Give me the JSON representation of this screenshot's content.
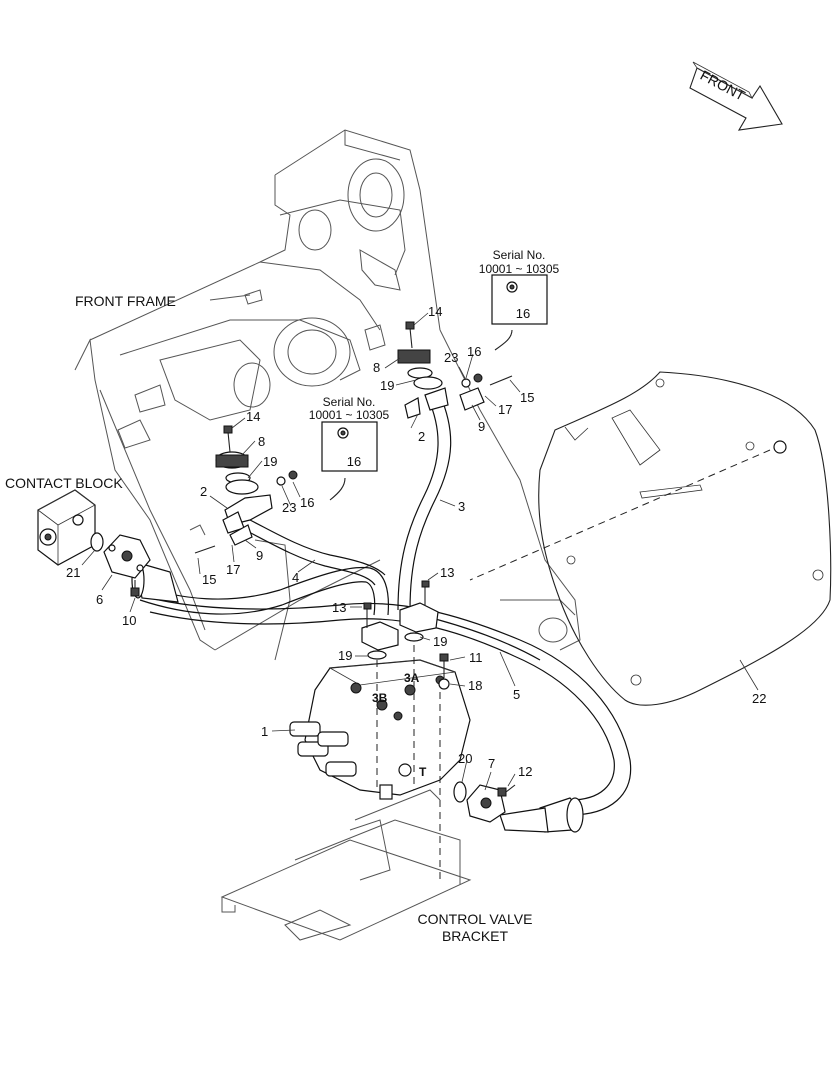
{
  "captions": {
    "front_frame": "FRONT FRAME",
    "contact_block": "CONTACT BLOCK",
    "control_valve_bracket_line1": "CONTROL VALVE",
    "control_valve_bracket_line2": "BRACKET",
    "front_arrow": "FRONT"
  },
  "serial_boxes": [
    {
      "title": "Serial No.",
      "range": "10001 ~ 10305",
      "part": "16"
    },
    {
      "title": "Serial No.",
      "range": "10001 ~ 10305",
      "part": "16"
    }
  ],
  "ports": {
    "p3a": "3A",
    "p3b": "3B",
    "t": "T"
  },
  "callouts": {
    "c1": "1",
    "c2a": "2",
    "c2b": "2",
    "c3": "3",
    "c4": "4",
    "c5": "5",
    "c6": "6",
    "c7": "7",
    "c8a": "8",
    "c8b": "8",
    "c9a": "9",
    "c9b": "9",
    "c10": "10",
    "c11": "11",
    "c12": "12",
    "c13a": "13",
    "c13b": "13",
    "c14a": "14",
    "c14b": "14",
    "c15a": "15",
    "c15b": "15",
    "c16a": "16",
    "c16b": "16",
    "c17a": "17",
    "c17b": "17",
    "c18": "18",
    "c19a": "19",
    "c19b": "19",
    "c19c": "19",
    "c19d": "19",
    "c20": "20",
    "c21": "21",
    "c22": "22",
    "c23a": "23",
    "c23b": "23"
  }
}
